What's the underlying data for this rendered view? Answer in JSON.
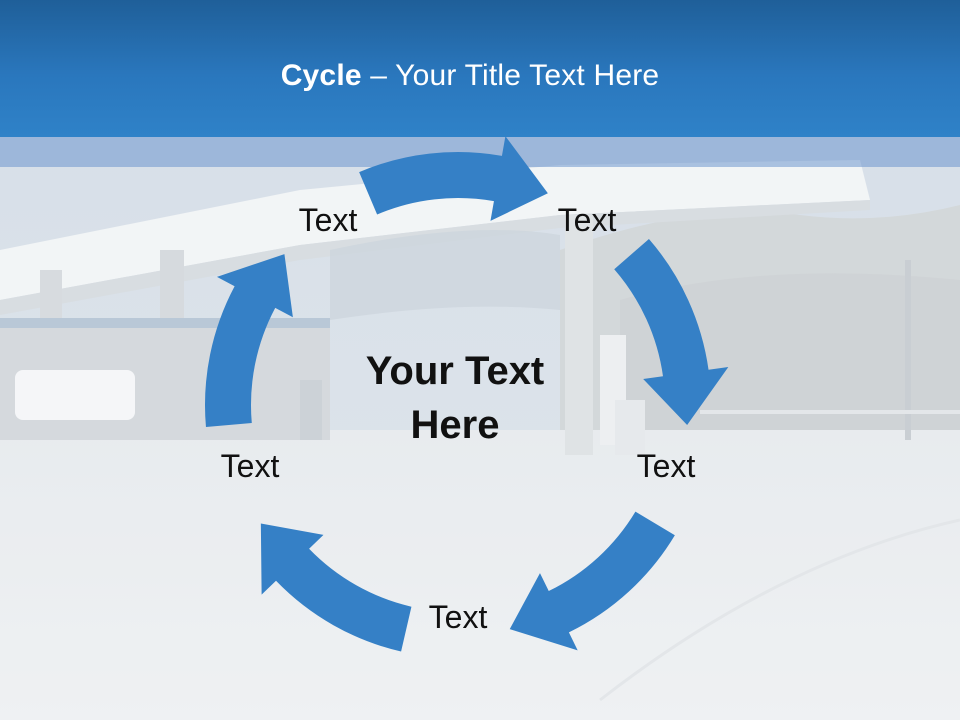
{
  "slide": {
    "title_bold": "Cycle",
    "title_rest": " – Your Title Text Here",
    "center_text": "Your Text Here",
    "nodes": [
      "Text",
      "Text",
      "Text",
      "Text",
      "Text"
    ]
  },
  "colors": {
    "title_bar": "#2a77bd",
    "arrow": "#3580c6",
    "text": "#111111",
    "title_text": "#ffffff"
  },
  "icons": {
    "arrow_shape": "curved-arrow-icon"
  }
}
